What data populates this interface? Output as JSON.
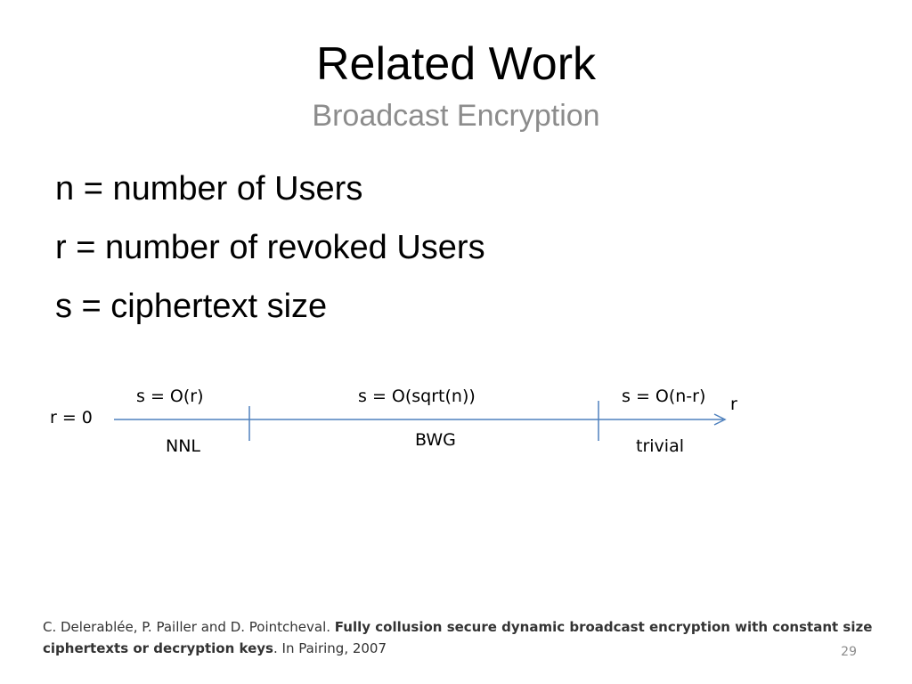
{
  "slide": {
    "title": "Related Work",
    "subtitle": "Broadcast Encryption",
    "definitions": [
      "n = number of Users",
      "r = number of revoked Users",
      "s = ciphertext size"
    ],
    "timeline": {
      "axis_color": "#4f81bd",
      "start_label": "r = 0",
      "end_label": "r",
      "segments": [
        {
          "complexity": "s = O(r)",
          "scheme": "NNL"
        },
        {
          "complexity": "s = O(sqrt(n))",
          "scheme": "BWG"
        },
        {
          "complexity": "s = O(n-r)",
          "scheme": "trivial"
        }
      ]
    },
    "citation": {
      "authors": "C. Delerablée, P. Pailler and D. Pointcheval.",
      "paper_title": "Fully collusion secure dynamic broadcast encryption with constant size ciphertexts or decryption keys",
      "venue": ". In Pairing, 2007"
    },
    "page_number": "29"
  }
}
